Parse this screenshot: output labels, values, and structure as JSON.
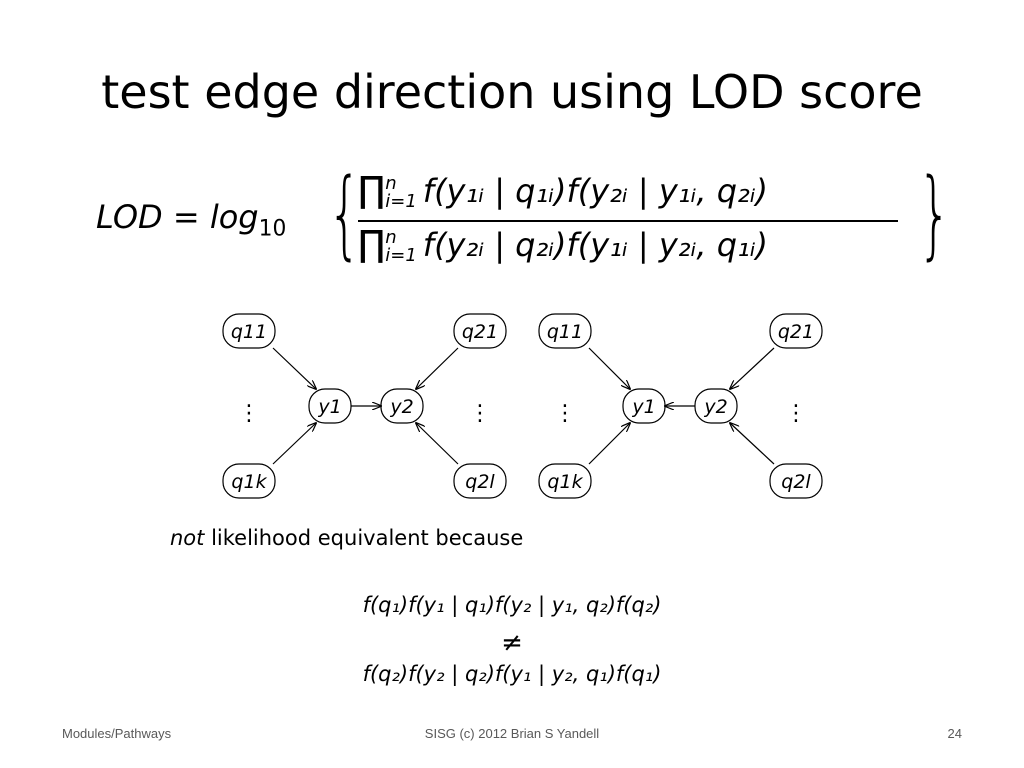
{
  "slide": {
    "title": "test edge direction using LOD score",
    "formula": {
      "lhs": "LOD = log",
      "lhs_sub": "10",
      "product_symbol": "∏",
      "product_upper": "n",
      "product_lower": "i=1",
      "numerator": "f(y₁ᵢ | q₁ᵢ)f(y₂ᵢ | y₁ᵢ, q₂ᵢ)",
      "denominator": "f(y₂ᵢ | q₂ᵢ)f(y₁ᵢ | y₂ᵢ, q₁ᵢ)"
    },
    "diagram_left": {
      "nodes": {
        "q11": "q11",
        "q1k": "q1k",
        "q21": "q21",
        "q2l": "q2l",
        "y1": "y1",
        "y2": "y2"
      },
      "vdots": "⋮"
    },
    "diagram_right": {
      "nodes": {
        "q11": "q11",
        "q1k": "q1k",
        "q21": "q21",
        "q2l": "q2l",
        "y1": "y1",
        "y2": "y2"
      },
      "vdots": "⋮"
    },
    "caption_emph": "not",
    "caption_rest": " likelihood equivalent because",
    "equation_top": "f(q₁)f(y₁ | q₁)f(y₂ | y₁, q₂)f(q₂)",
    "not_equal": "≠",
    "equation_bottom": "f(q₂)f(y₂ | q₂)f(y₁ | y₂, q₁)f(q₁)"
  },
  "footer": {
    "left": "Modules/Pathways",
    "center": "SISG (c) 2012 Brian S Yandell",
    "page_number": "24"
  }
}
